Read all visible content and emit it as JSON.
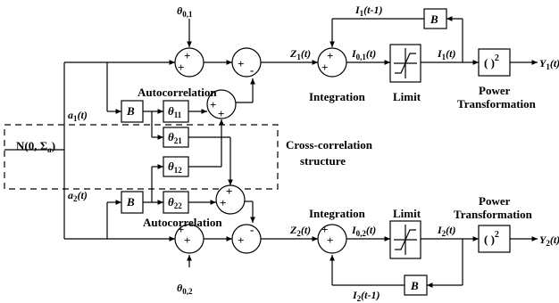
{
  "input": {
    "label": "N(0, Σ",
    "sub": "a",
    "close": ")"
  },
  "cross_correlation": {
    "line1": "Cross-correlation",
    "line2": "structure"
  },
  "channel1": {
    "signal_a": {
      "main": "a",
      "sub": "1",
      "arg": "(t)"
    },
    "autocorrelation_label": "Autocorrelation",
    "block_b": "B",
    "theta_11": {
      "main": "θ",
      "sub": "11"
    },
    "theta_21": {
      "main": "θ",
      "sub": "21"
    },
    "theta_0": {
      "main": "θ",
      "sub": "0,1"
    },
    "z": {
      "main": "Z",
      "sub": "1",
      "arg": "(t)"
    },
    "i0": {
      "main": "I",
      "sub": "0,1",
      "arg": "(t)"
    },
    "i": {
      "main": "I",
      "sub": "1",
      "arg": "(t)"
    },
    "i_prev": {
      "main": "I",
      "sub": "1",
      "arg": "(t-1)"
    },
    "feedback_b": "B",
    "integration_label": "Integration",
    "limit_label": "Limit",
    "power_label_1": "Power",
    "power_label_2": "Transformation",
    "power_block": "( )",
    "power_exp": "2",
    "y": {
      "main": "Y",
      "sub": "1",
      "arg": "(t)"
    }
  },
  "channel2": {
    "signal_a": {
      "main": "a",
      "sub": "2",
      "arg": "(t)"
    },
    "autocorrelation_label": "Autocorrelation",
    "block_b": "B",
    "theta_22": {
      "main": "θ",
      "sub": "22"
    },
    "theta_12": {
      "main": "θ",
      "sub": "12"
    },
    "theta_0": {
      "main": "θ",
      "sub": "0,2"
    },
    "z": {
      "main": "Z",
      "sub": "2",
      "arg": "(t)"
    },
    "i0": {
      "main": "I",
      "sub": "0,2",
      "arg": "(t)"
    },
    "i": {
      "main": "I",
      "sub": "2",
      "arg": "(t)"
    },
    "i_prev": {
      "main": "I",
      "sub": "2",
      "arg": "(t-1)"
    },
    "feedback_b": "B",
    "integration_label": "Integration",
    "limit_label": "Limit",
    "power_label_1": "Power",
    "power_label_2": "Transformation",
    "power_block": "( )",
    "power_exp": "2",
    "y": {
      "main": "Y",
      "sub": "2",
      "arg": "(t)"
    }
  },
  "signs": {
    "plus": "+",
    "minus": "-"
  }
}
